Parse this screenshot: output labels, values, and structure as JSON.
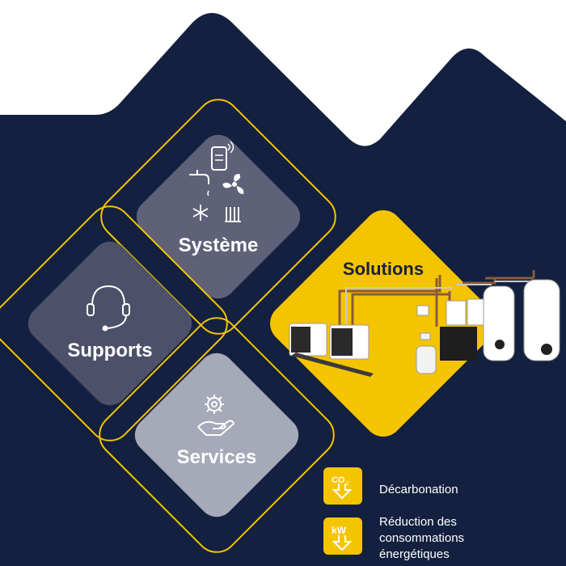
{
  "tiles": {
    "systeme": {
      "label": "Système",
      "icon": "home-systems-icons"
    },
    "supports": {
      "label": "Supports",
      "icon": "headset-icon"
    },
    "services": {
      "label": "Services",
      "icon": "gear-hand-icon"
    },
    "solutions": {
      "label": "Solutions",
      "icon": "heat-pump-installation-image"
    }
  },
  "legend": {
    "items": [
      {
        "label": "Décarbonation",
        "icon": "co2-icon"
      },
      {
        "label_lines": [
          "Réduction des",
          "consommations",
          "énergétiques"
        ],
        "icon": "kw-icon"
      }
    ]
  },
  "colors": {
    "navy": "#13203f",
    "yellow": "#f5c400",
    "tile_dark": "#4f536b",
    "tile_mid": "#65697f",
    "tile_light": "#a9acba"
  }
}
